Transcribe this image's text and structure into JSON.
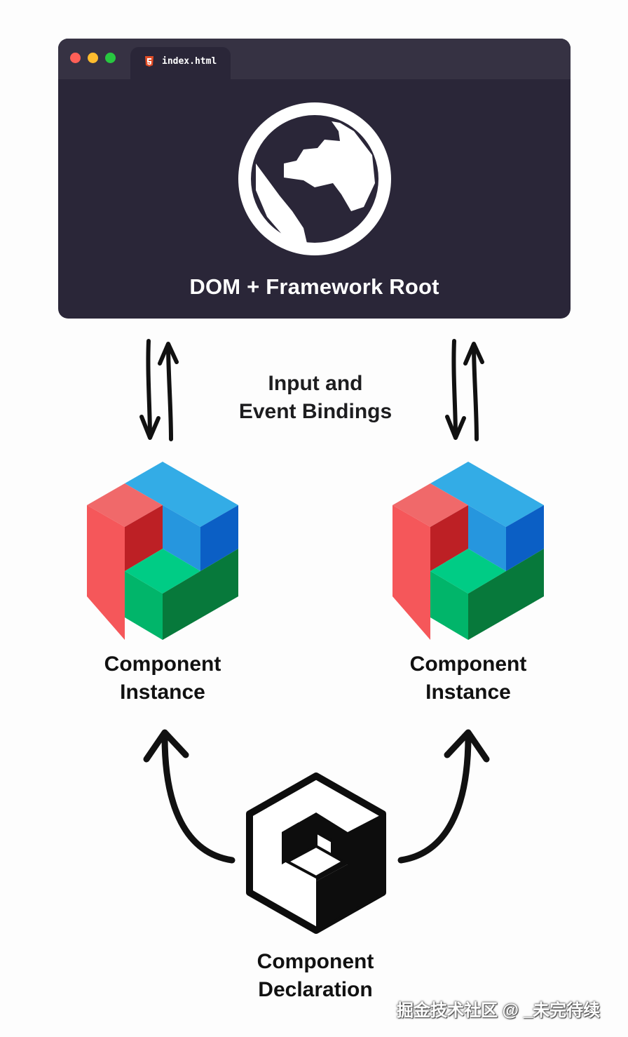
{
  "browser": {
    "tab_label": "index.html",
    "root_label": "DOM + Framework Root"
  },
  "bindings": {
    "line1": "Input and",
    "line2": "Event Bindings"
  },
  "instance_left": {
    "line1": "Component",
    "line2": "Instance"
  },
  "instance_right": {
    "line1": "Component",
    "line2": "Instance"
  },
  "declaration": {
    "line1": "Component",
    "line2": "Declaration"
  },
  "watermark": "掘金技术社区 @ _未完待续",
  "colors": {
    "window_bg": "#2a2638",
    "titlebar": "#363243",
    "cube_red": "#f25b5b",
    "cube_blue": "#2ba3e6",
    "cube_green": "#00b96b"
  }
}
